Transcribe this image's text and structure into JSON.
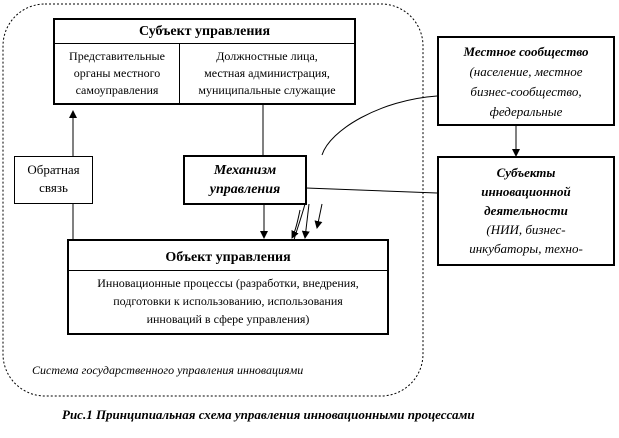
{
  "subject": {
    "title": "Субъект управления",
    "left": [
      "Представительные",
      "органы местного",
      "самоуправления"
    ],
    "right": [
      "Должностные лица,",
      "местная администрация,",
      "муниципальные служащие"
    ]
  },
  "feedback": [
    "Обратная",
    "связь"
  ],
  "mechanism": [
    "Механизм",
    "управления"
  ],
  "object": {
    "title": "Объект управления",
    "text": [
      "Инновационные процессы (разработки, внедрения,",
      "подготовки к использованию, использования",
      "инноваций в  сфере управления)"
    ]
  },
  "community": {
    "title": "Местное сообщество",
    "text": [
      "(население, местное",
      "бизнес-сообщество,",
      "федеральные"
    ]
  },
  "innovators": {
    "title": [
      "Субъекты",
      "инновационной",
      "деятельности"
    ],
    "text": [
      "(НИИ, бизнес-",
      "инкубаторы, техно-"
    ]
  },
  "system_label": "Система государственного управления инновациями",
  "caption": "Рис.1 Принципиальная  схема управления инновационными процессами"
}
